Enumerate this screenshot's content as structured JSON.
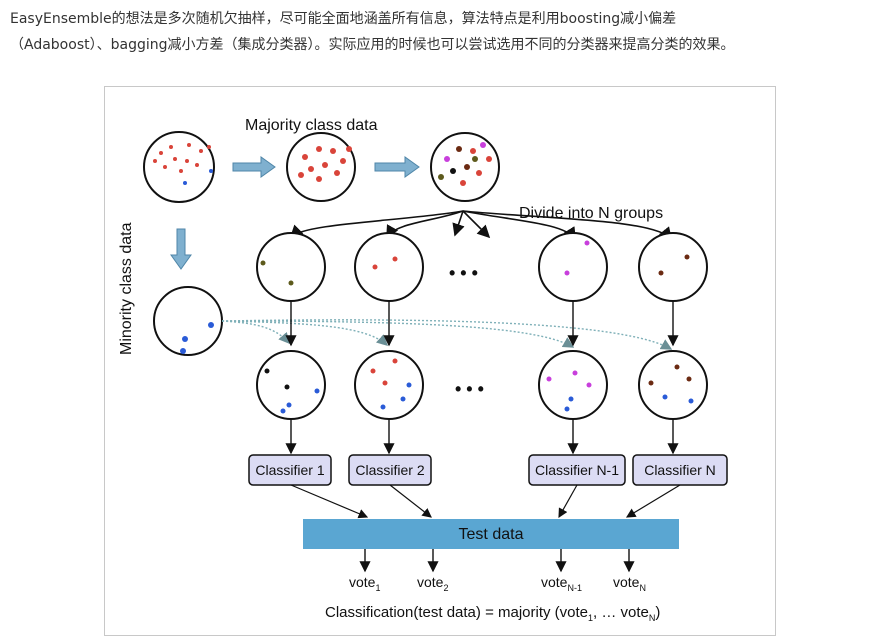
{
  "text": {
    "line1": "EasyEnsemble的想法是多次随机欠抽样，尽可能全面地涵盖所有信息，算法特点是利用boosting减小偏差",
    "line2": "（Adaboost）、bagging减小方差（集成分类器）。实际应用的时候也可以尝试选用不同的分类器来提高分类的效果。"
  },
  "diagram": {
    "majority_label": "Majority class data",
    "minority_label": "Minority class data",
    "divide_label": "Divide into N groups",
    "classifiers": [
      "Classifier 1",
      "Classifier 2",
      "Classifier N-1",
      "Classifier N"
    ],
    "test_label": "Test data",
    "votes": [
      {
        "base": "vote",
        "sub": "1"
      },
      {
        "base": "vote",
        "sub": "2"
      },
      {
        "base": "vote",
        "sub": "N-1"
      },
      {
        "base": "vote",
        "sub": "N"
      }
    ],
    "ellipsis": "• • •",
    "formula": {
      "prefix": "Classification(test data) = majority (vote",
      "sub1": "1",
      "mid": ", … vote",
      "subN": "N",
      "suffix": ")"
    },
    "colors": {
      "red": "#d9443a",
      "blue": "#2a5bd7",
      "purple": "#c83fdc",
      "brown": "#6b2a12",
      "olive": "#5d5a1c",
      "test_bar": "#5aa6d2",
      "classifier_box": "#dcdcf4",
      "arrow_fill": "#7fb0cf",
      "dashed_teal": "#7fb0b8"
    }
  }
}
